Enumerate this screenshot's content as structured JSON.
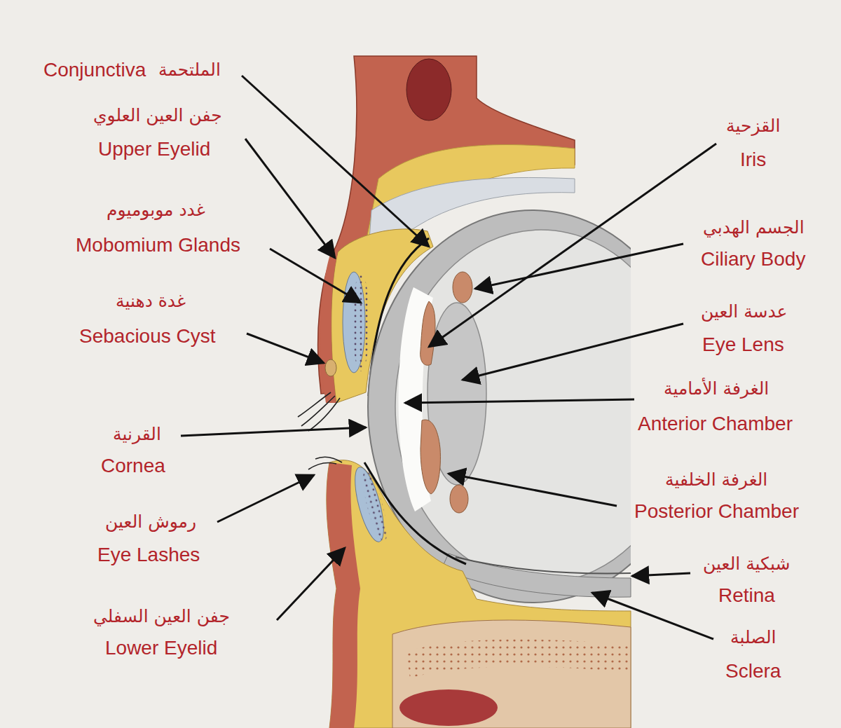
{
  "diagram": {
    "labels": [
      "Conjunctiva",
      "الملتحمة",
      "جفن العين العلوي",
      "Upper Eyelid",
      "غدد موبوميوم",
      "Mobomium Glands",
      "غدة دهنية",
      "Sebacious Cyst",
      "القرنية",
      "Cornea",
      "رموش العين",
      "Eye Lashes",
      "جفن العين السفلي",
      "Lower Eyelid",
      "القزحية",
      "Iris",
      "الجسم الهدبي",
      "Ciliary Body",
      "عدسة العين",
      "Eye Lens",
      "الغرفة الأمامية",
      "Anterior Chamber",
      "الغرفة الخلفية",
      "Posterior Chamber",
      "شبكية العين",
      "Retina",
      "الصلبة",
      "Sclera"
    ]
  }
}
